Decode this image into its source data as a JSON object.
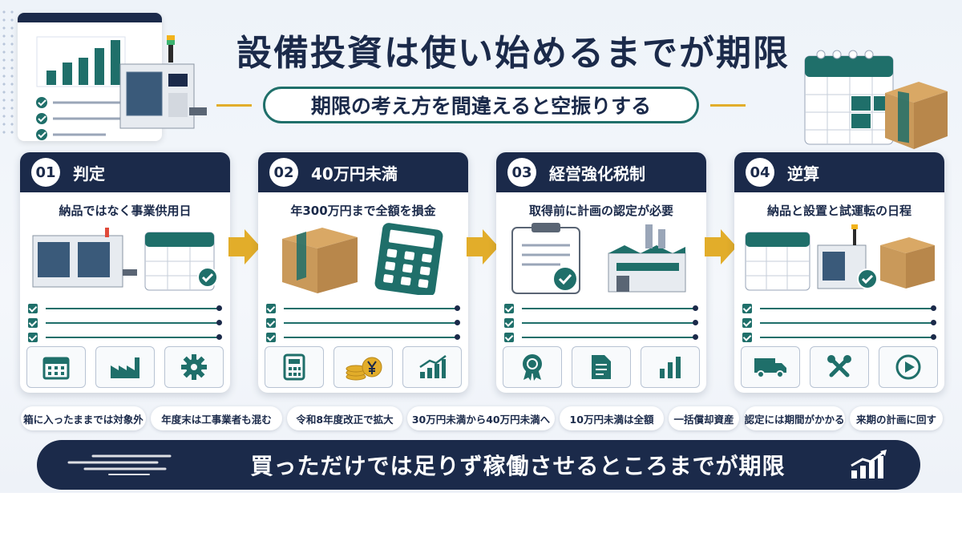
{
  "header": {
    "title": "設備投資は使い始めるまでが期限",
    "subtitle": "期限の考え方を間違えると空振りする"
  },
  "steps": [
    {
      "number": "01",
      "title": "判定",
      "description": "納品ではなく事業供用日"
    },
    {
      "number": "02",
      "title": "40万円未満",
      "description": "年300万円まで全額を損金"
    },
    {
      "number": "03",
      "title": "経営強化税制",
      "description": "取得前に計画の認定が必要"
    },
    {
      "number": "04",
      "title": "逆算",
      "description": "納品と設置と試運転の日程"
    }
  ],
  "tags": [
    "箱に入ったままでは対象外",
    "年度末は工事業者も混む",
    "令和8年度改正で拡大",
    "30万円未満から40万円未満へ",
    "10万円未満は全額",
    "一括償却資産",
    "認定には期間がかかる",
    "来期の計画に回す"
  ],
  "banner": {
    "text": "買っただけでは足りず稼働させるところまでが期限"
  },
  "colors": {
    "navy": "#1b2a4a",
    "teal": "#1f6f6a",
    "gold": "#e2ad2a",
    "cardboard": "#c9995a"
  }
}
